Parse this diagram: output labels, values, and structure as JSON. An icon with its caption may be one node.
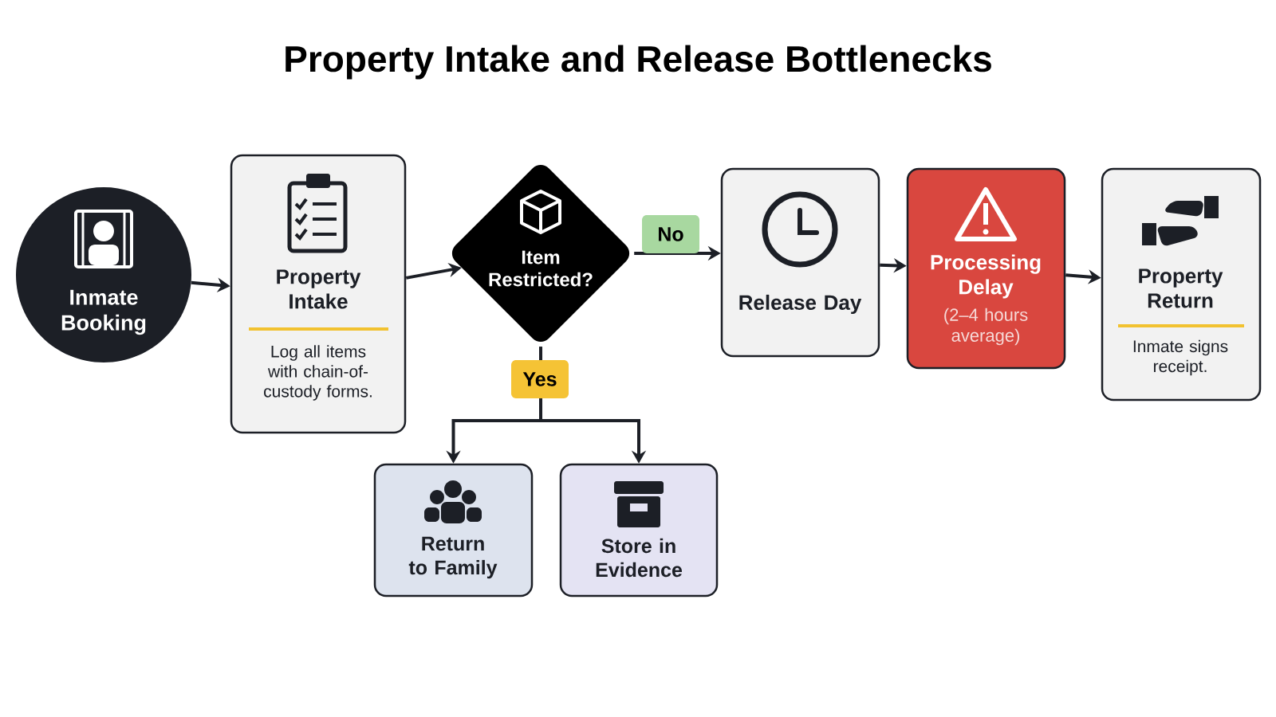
{
  "diagram": {
    "title": "Property Intake and Release Bottlenecks",
    "nodes": [
      {
        "text": [
          "Inmate Booking"
        ]
      },
      {
        "text": [
          "Property Intake",
          "Log all items with chain-of-custody forms."
        ]
      },
      {
        "text": [
          "Item Restricted?"
        ]
      },
      {
        "text": [
          "Release Day"
        ]
      },
      {
        "text": [
          "Processing Delay",
          "(2–4 hours average)"
        ]
      },
      {
        "text": [
          "Property Return",
          "Inmate signs receipt."
        ]
      },
      {
        "text": [
          "Return to Family"
        ]
      },
      {
        "text": [
          "Store in Evidence"
        ]
      }
    ],
    "edges": [
      {
        "from": 0,
        "to": 1,
        "arrow": "to"
      },
      {
        "from": 1,
        "to": 2,
        "arrow": "to"
      },
      {
        "from": 2,
        "to": 3,
        "arrow": "to",
        "label": "No"
      },
      {
        "from": 3,
        "to": 4,
        "arrow": "to"
      },
      {
        "from": 4,
        "to": 5,
        "arrow": "to"
      },
      {
        "from": 2,
        "to": 6,
        "arrow": "to",
        "label": "Yes"
      },
      {
        "from": 2,
        "to": 7,
        "arrow": "to"
      }
    ]
  }
}
